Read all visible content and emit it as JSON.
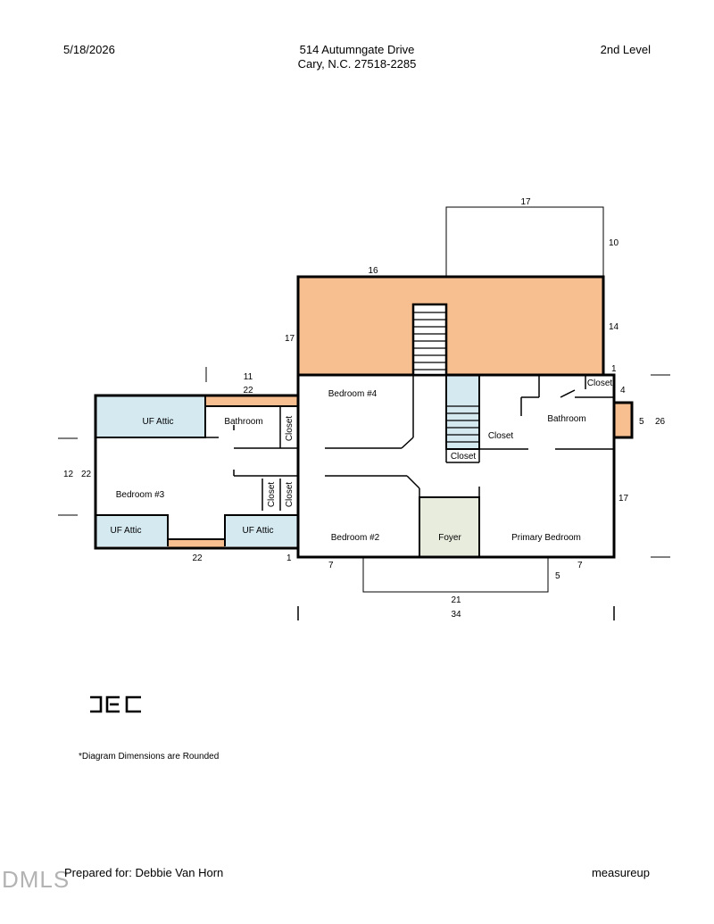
{
  "header": {
    "date": "5/18/2026",
    "address_line1": "514 Autumngate Drive",
    "address_line2": "Cary, N.C. 27518-2285",
    "level": "2nd Level"
  },
  "rooms": {
    "uf_attic_top": "UF Attic",
    "bathroom_left": "Bathroom",
    "closet_left": "Closet",
    "bedroom3": "Bedroom #3",
    "closet_mid1": "Closet",
    "closet_mid2": "Closet",
    "uf_attic_bl": "UF Attic",
    "uf_attic_br": "UF Attic",
    "bedroom4": "Bedroom #4",
    "bedroom2": "Bedroom #2",
    "foyer": "Foyer",
    "closet_stair": "Closet",
    "closet_right": "Closet",
    "closet_small": "Closet",
    "bathroom_right": "Bathroom",
    "primary_bedroom": "Primary Bedroom"
  },
  "dimensions": {
    "d17_top": "17",
    "d10": "10",
    "d16": "16",
    "d14": "14",
    "d17_left": "17",
    "d1_a": "1",
    "d11": "11",
    "d22_top": "22",
    "d4": "4",
    "d5_right": "5",
    "d26": "26",
    "d12": "12",
    "d22_left": "22",
    "d17_right": "17",
    "d22_bottom": "22",
    "d1_b": "1",
    "d7_left": "7",
    "d7_right": "7",
    "d5_bottom": "5",
    "d21": "21",
    "d34": "34"
  },
  "colors": {
    "attic_orange": "#f7be8f",
    "uf_attic_blue": "#d5e9f1",
    "foyer_green": "#e8ecdd"
  },
  "logo_text": "DEC",
  "note": "*Diagram Dimensions are Rounded",
  "footer": {
    "prepared_for": "Prepared for: Debbie Van Horn",
    "brand": "measureup",
    "watermark": "DMLS"
  }
}
